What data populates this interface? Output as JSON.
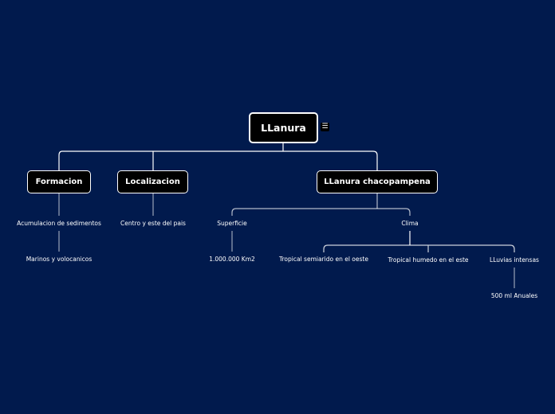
{
  "map": {
    "root": "LLanura",
    "menu_icon": "hamburger-menu-icon",
    "main_topics": [
      {
        "label": "Formacion"
      },
      {
        "label": "Localizacion"
      },
      {
        "label": "LLanura chacopampena"
      }
    ],
    "subtopics": {
      "formacion": {
        "level1": "Acumulacion de sedimentos",
        "level2": "Marinos y volocanicos"
      },
      "localizacion": {
        "level1": "Centro y este del pais"
      },
      "chaco": {
        "superficie": "Superficie",
        "superficie_value": "1.000.000 Km2",
        "clima": "Clima",
        "clima_children": [
          "Tropical semiarido en el oeste",
          "Tropical humedo en el este",
          "LLuvias intensas"
        ],
        "lluvias_value": "500 ml Anuales"
      }
    }
  },
  "colors": {
    "background": "#011a4d",
    "node_fill": "#000000",
    "node_border": "#ffffff",
    "line": "#ffffff"
  }
}
